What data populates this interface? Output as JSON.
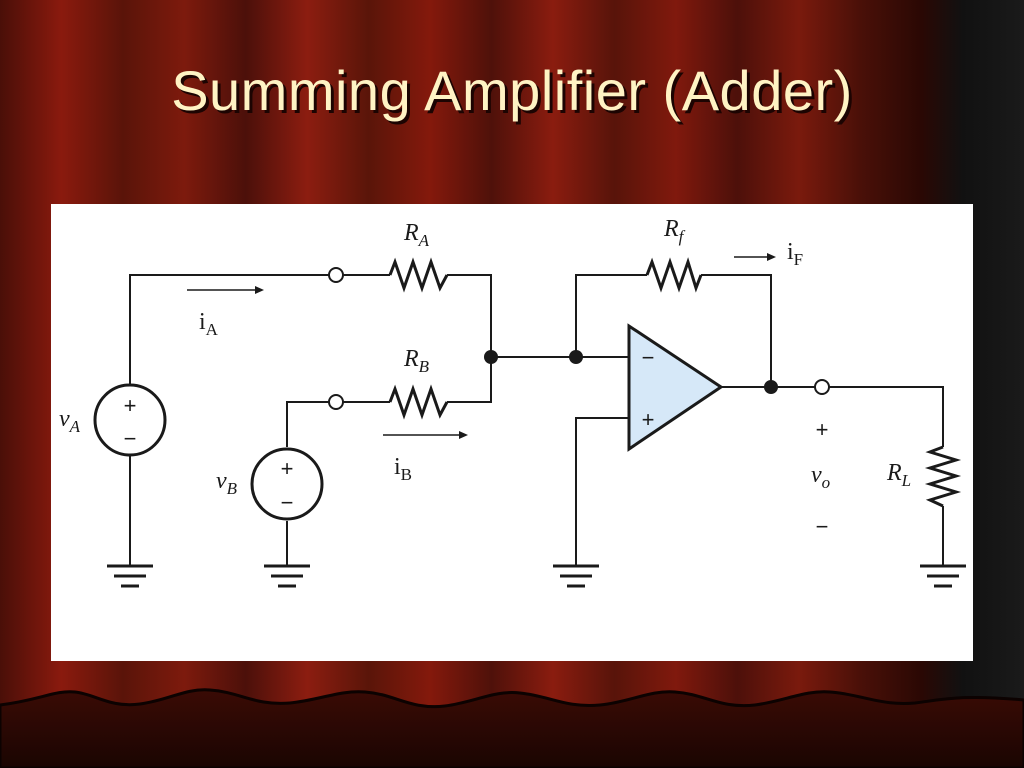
{
  "slide": {
    "title": "Summing Amplifier (Adder)"
  },
  "colors": {
    "background_dark": "#3a0c06",
    "curtain_red": "#8a1a0e",
    "title_text": "#fff3c4",
    "figure_bg": "#ffffff",
    "opamp_fill": "#d6e8f8",
    "line": "#1a1a1a"
  },
  "circuit": {
    "resistor_a": {
      "symbol": "R",
      "sub": "A"
    },
    "resistor_b": {
      "symbol": "R",
      "sub": "B"
    },
    "resistor_f": {
      "symbol": "R",
      "sub": "f"
    },
    "resistor_l": {
      "symbol": "R",
      "sub": "L"
    },
    "source_a": {
      "symbol": "v",
      "sub": "A",
      "plus": "+",
      "minus": "−"
    },
    "source_b": {
      "symbol": "v",
      "sub": "B",
      "plus": "+",
      "minus": "−"
    },
    "current_a": {
      "symbol": "i",
      "sub": "A"
    },
    "current_b": {
      "symbol": "i",
      "sub": "B"
    },
    "current_f": {
      "symbol": "i",
      "sub": "F"
    },
    "opamp": {
      "inverting": "−",
      "noninverting": "+"
    },
    "output": {
      "symbol": "v",
      "sub": "o",
      "plus": "+",
      "minus": "−"
    }
  }
}
